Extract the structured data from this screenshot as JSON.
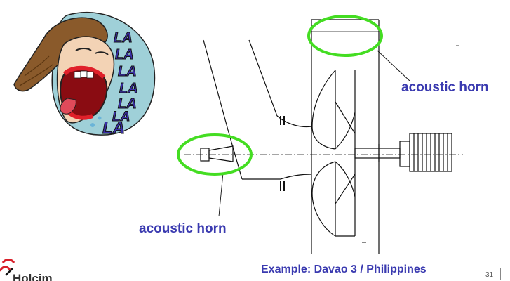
{
  "labels": {
    "horn_top": "acoustic horn",
    "horn_bottom": "acoustic horn"
  },
  "caption": "Example: Davao 3 / Philippines",
  "page_number": "31",
  "logo": {
    "text": "Holcim",
    "icon": "holcim-logo-icon"
  },
  "cartoon": {
    "lyrics": [
      "LA",
      "LA",
      "LA",
      "LA",
      "LA",
      "LA",
      "LA"
    ],
    "icon": "singing-face-icon"
  },
  "colors": {
    "label_text": "#3a3ab0",
    "highlight_circle": "#44dd22",
    "drawing_line": "#111111",
    "cartoon_bubble": "#9fd0d8",
    "cartoon_letters": "#3b2fa8",
    "logo_red": "#d8202a"
  }
}
